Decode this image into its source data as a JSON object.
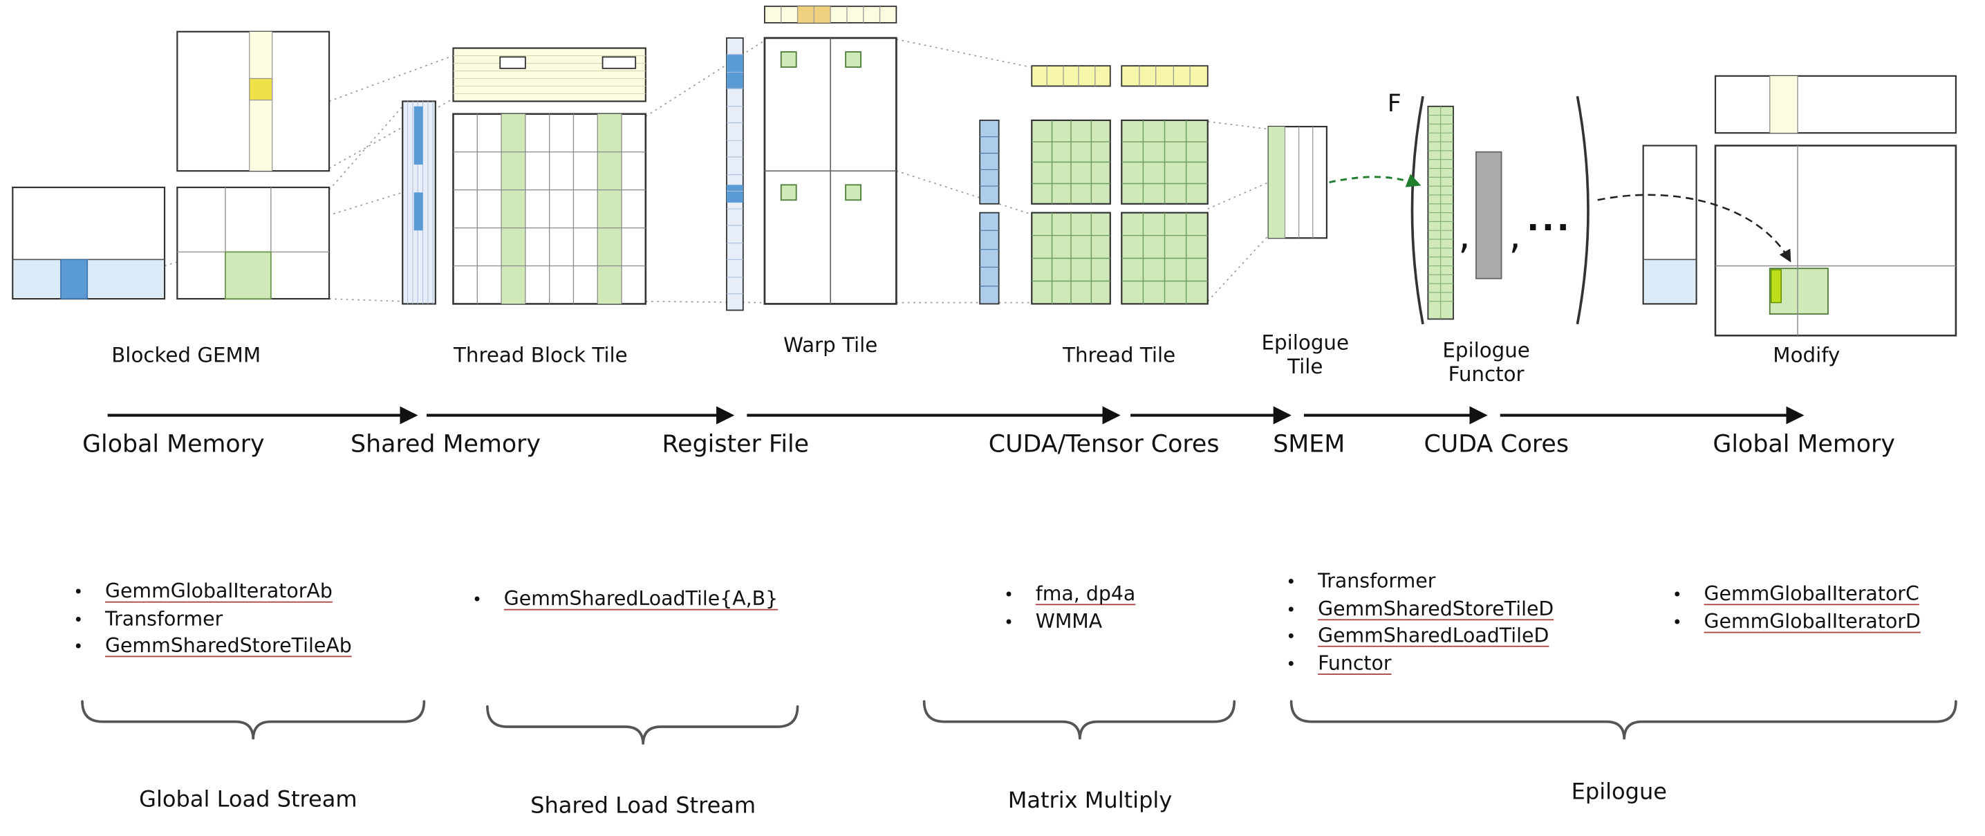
{
  "glyphs": {
    "bullet": "•",
    "f_label": "F",
    "comma": ",",
    "ellipsis": "..."
  },
  "stages": {
    "blocked_gemm": "Blocked GEMM",
    "thread_block_tile": "Thread Block Tile",
    "warp_tile": "Warp Tile",
    "thread_tile": "Thread Tile",
    "epilogue_tile": [
      "Epilogue",
      "Tile"
    ],
    "epilogue_functor": [
      "Epilogue",
      "Functor"
    ],
    "modify": "Modify"
  },
  "memory_labels": [
    "Global Memory",
    "Shared Memory",
    "Register File",
    "CUDA/Tensor Cores",
    "SMEM",
    "CUDA Cores",
    "Global Memory"
  ],
  "lists": {
    "global_load": [
      {
        "text": "GemmGlobalIteratorAb",
        "underline": true
      },
      {
        "text": "Transformer",
        "underline": false
      },
      {
        "text": "GemmSharedStoreTileAb",
        "underline": true
      }
    ],
    "shared_load": [
      {
        "text": "GemmSharedLoadTile{A,B}",
        "underline": true
      }
    ],
    "matrix_multiply": [
      {
        "text": "fma, dp4a",
        "underline": true
      },
      {
        "text": "WMMA",
        "underline": false
      }
    ],
    "epilogue_mid": [
      {
        "text": "Transformer",
        "underline": false
      },
      {
        "text": "GemmSharedStoreTileD",
        "underline": true
      },
      {
        "text": "GemmSharedLoadTileD",
        "underline": true
      },
      {
        "text": "Functor",
        "underline": true
      }
    ],
    "epilogue_right": [
      {
        "text": "GemmGlobalIteratorC",
        "underline": true
      },
      {
        "text": "GemmGlobalIteratorD",
        "underline": true
      }
    ]
  },
  "brace_labels": {
    "global_load_stream": "Global Load Stream",
    "shared_load_stream": "Shared Load Stream",
    "matrix_multiply": "Matrix Multiply",
    "epilogue": "Epilogue"
  },
  "colors": {
    "yellow_pale": "#FCFCE0",
    "yellow": "#F0E04A",
    "yellow_vec": "#F7F7AC",
    "tan": "#EDD17E",
    "blue_pale": "#DCEBF8",
    "blue": "#5B9BD5",
    "blue_vec": "#AECDEA",
    "blue_strip": "#E7EEF9",
    "green": "#CFE9B8",
    "lime": "#BFDE1A",
    "gray_fill": "#ABABAB",
    "green_arrow": "#1F7F2F",
    "underline": "#A94442"
  }
}
